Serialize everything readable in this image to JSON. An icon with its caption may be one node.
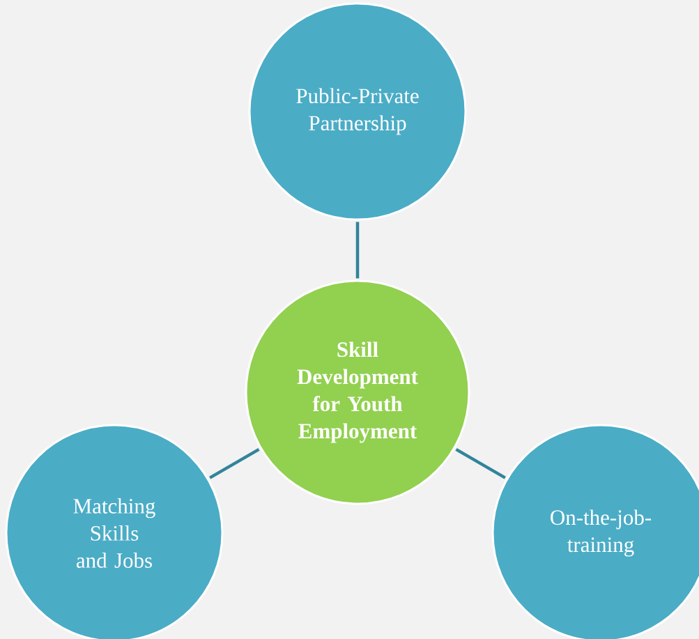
{
  "diagram": {
    "nodes": [
      {
        "text": [
          "Public-Private Partnership"
        ]
      },
      {
        "text": [
          "Skill Development for Youth Employment"
        ]
      },
      {
        "text": [
          "Matching Skills and Jobs"
        ]
      },
      {
        "text": [
          "On-the-job-training"
        ]
      }
    ],
    "edges": [
      {
        "from": 1,
        "to": 0,
        "arrow": "none"
      },
      {
        "from": 1,
        "to": 2,
        "arrow": "none"
      },
      {
        "from": 1,
        "to": 3,
        "arrow": "none"
      }
    ]
  }
}
